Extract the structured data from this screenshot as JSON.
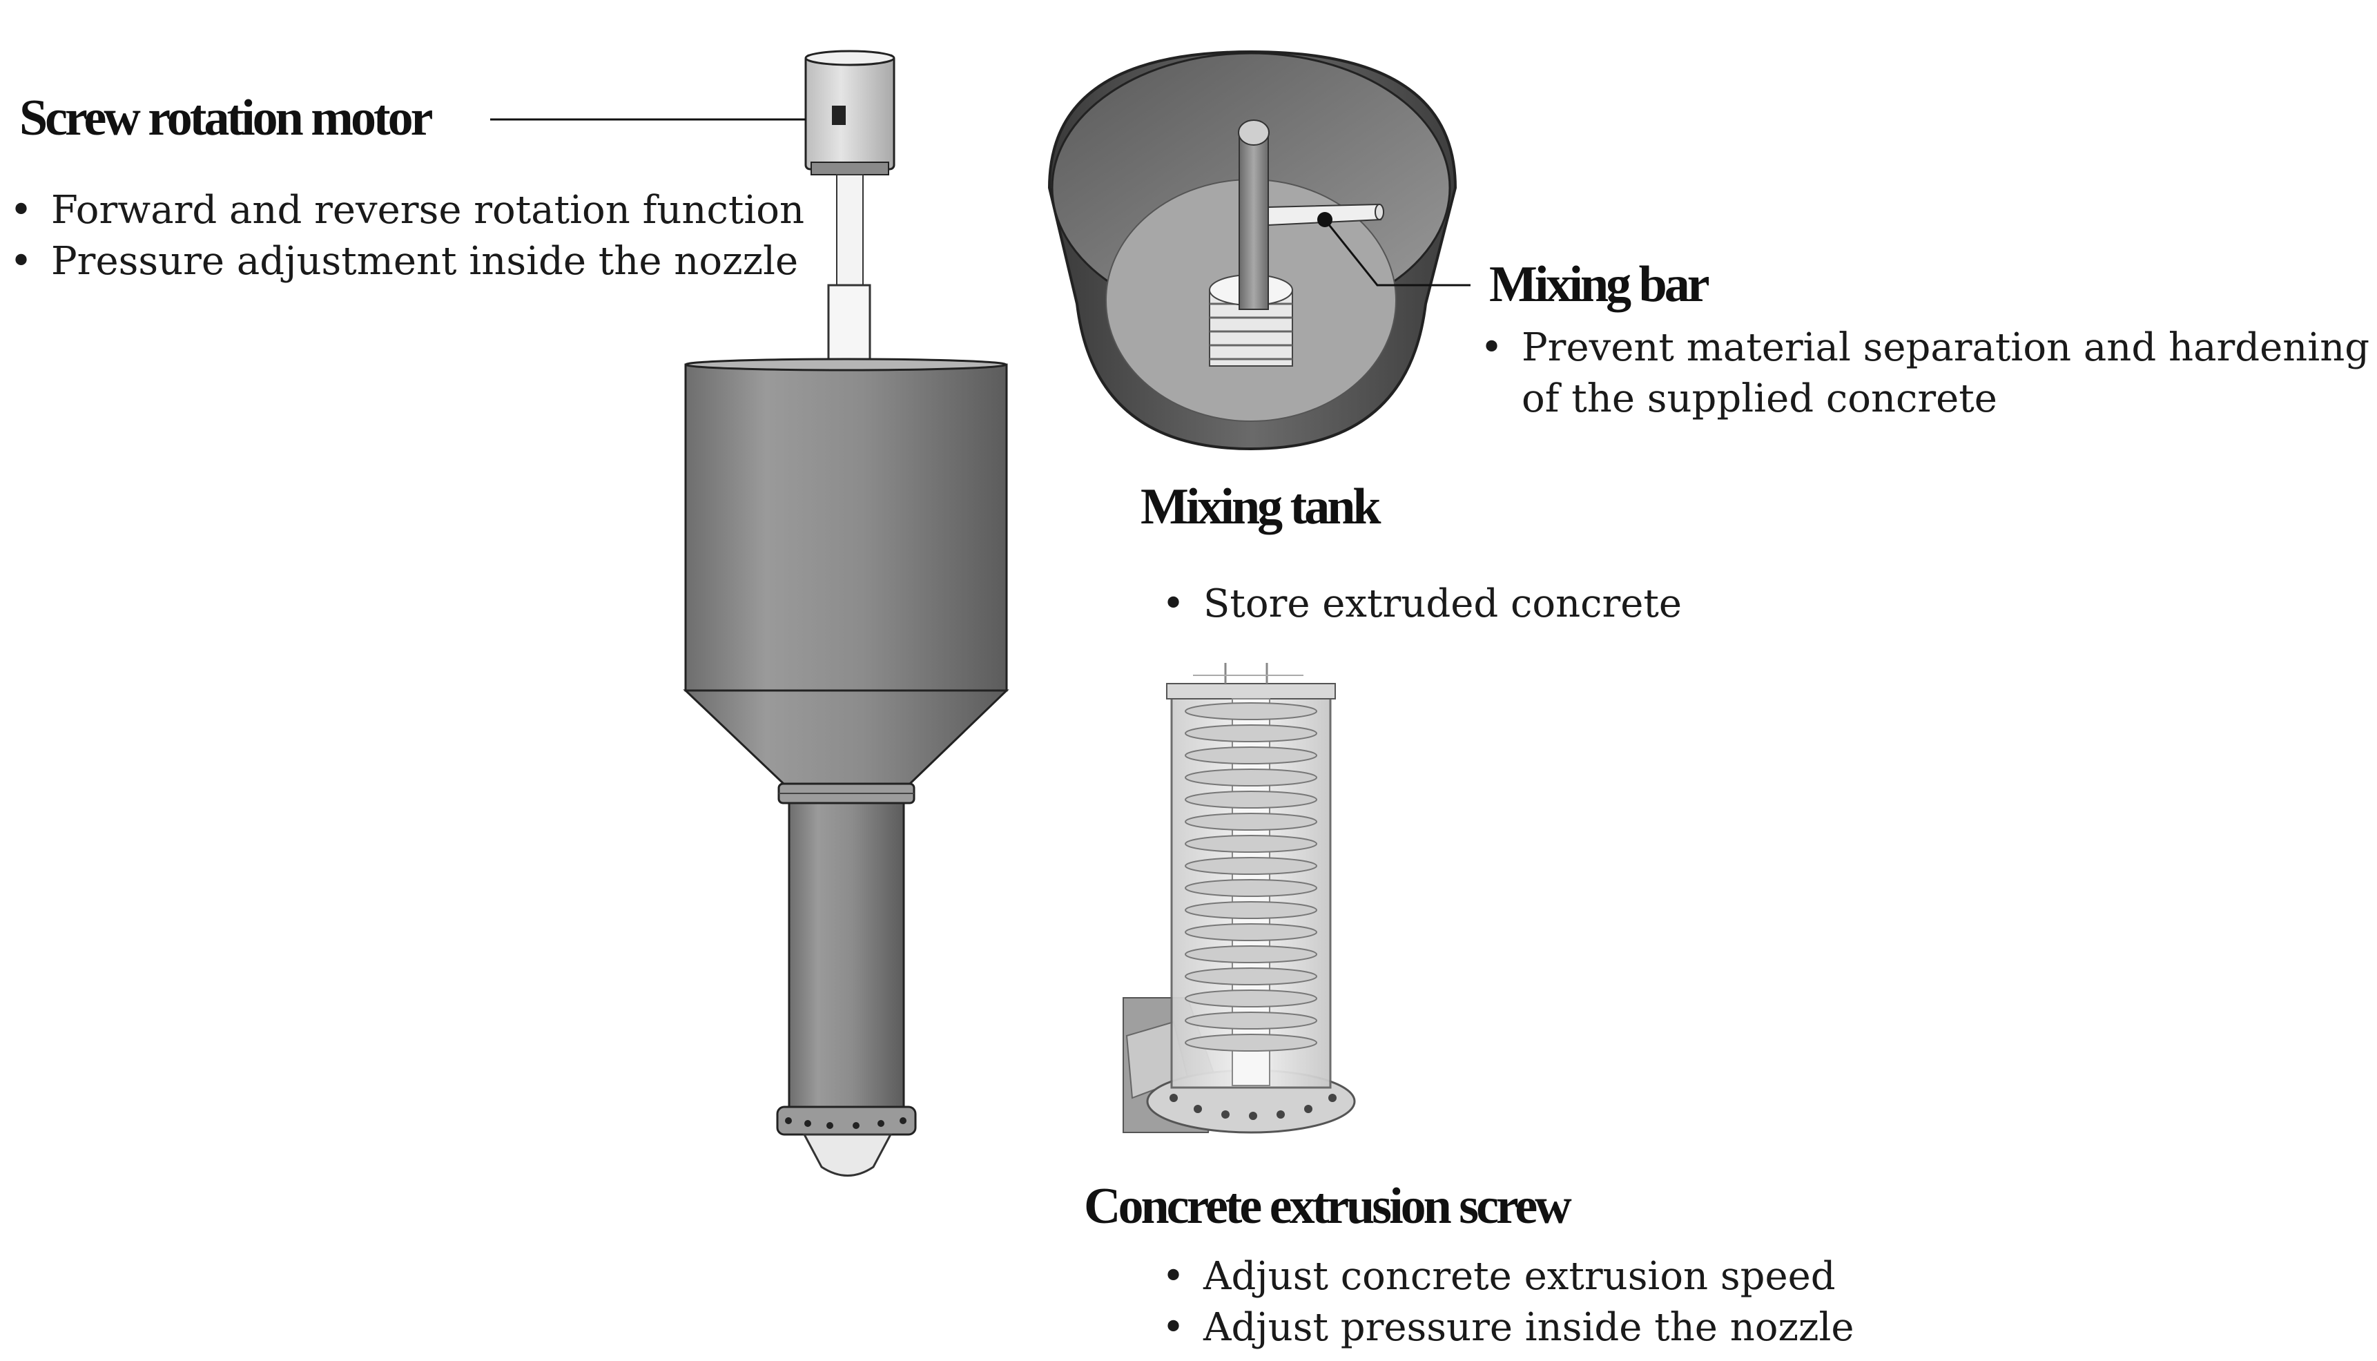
{
  "components": {
    "motor": {
      "title": "Screw rotation motor",
      "bullets": [
        "Forward and reverse rotation function",
        "Pressure adjustment inside the nozzle"
      ]
    },
    "mixing_bar": {
      "title": "Mixing bar",
      "bullets": [
        "Prevent material separation and hardening of the supplied concrete"
      ]
    },
    "mixing_tank": {
      "title": "Mixing tank",
      "bullets": [
        "Store extruded concrete"
      ]
    },
    "screw": {
      "title": "Concrete extrusion screw",
      "bullets": [
        "Adjust concrete extrusion speed",
        "Adjust pressure inside the nozzle"
      ]
    }
  },
  "colors": {
    "body_gray": "#8a8a8a",
    "dark_gray": "#4a4a4a",
    "light_gray": "#d8d8d8",
    "outline": "#222222",
    "leader_line": "#111111"
  }
}
